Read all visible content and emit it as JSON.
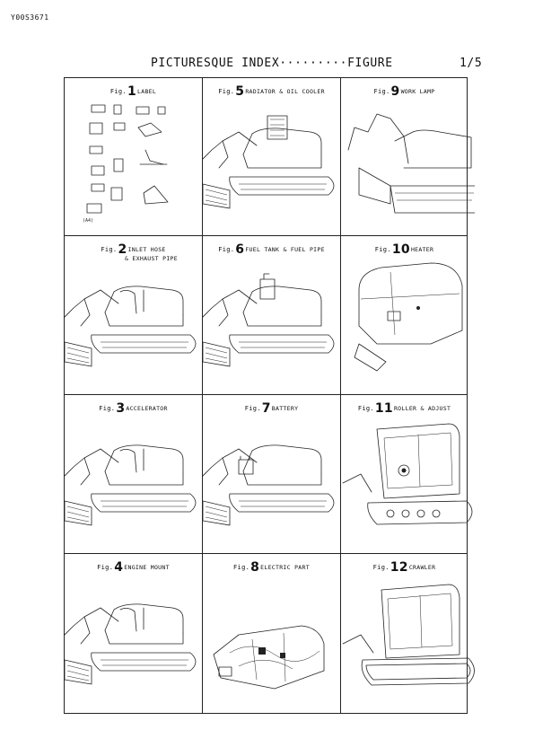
{
  "doc_id": "Y00S3671",
  "header": {
    "title": "PICTURESQUE INDEX·········FIGURE",
    "page": "1/5"
  },
  "fig_prefix": "Fig.",
  "figures": [
    {
      "num": "1",
      "label": "LABEL",
      "label2": "",
      "art": "labels"
    },
    {
      "num": "2",
      "label": "INLET HOSE",
      "label2": "& EXHAUST PIPE",
      "art": "engine"
    },
    {
      "num": "3",
      "label": "ACCELERATOR",
      "label2": "",
      "art": "engine"
    },
    {
      "num": "4",
      "label": "ENGINE MOUNT",
      "label2": "",
      "art": "engine"
    },
    {
      "num": "5",
      "label": "RADIATOR & OIL COOLER",
      "label2": "",
      "art": "radiator"
    },
    {
      "num": "6",
      "label": "FUEL TANK & FUEL PIPE",
      "label2": "",
      "art": "fuel"
    },
    {
      "num": "7",
      "label": "BATTERY",
      "label2": "",
      "art": "battery"
    },
    {
      "num": "8",
      "label": "ELECTRIC PART",
      "label2": "",
      "art": "wiring"
    },
    {
      "num": "9",
      "label": "WORK LAMP",
      "label2": "",
      "art": "worklamp"
    },
    {
      "num": "10",
      "label": "HEATER",
      "label2": "",
      "art": "heater"
    },
    {
      "num": "11",
      "label": "ROLLER & ADJUST",
      "label2": "",
      "art": "cab"
    },
    {
      "num": "12",
      "label": "CRAWLER",
      "label2": "",
      "art": "cab2"
    }
  ],
  "label_sheet_mark": "(A4)"
}
